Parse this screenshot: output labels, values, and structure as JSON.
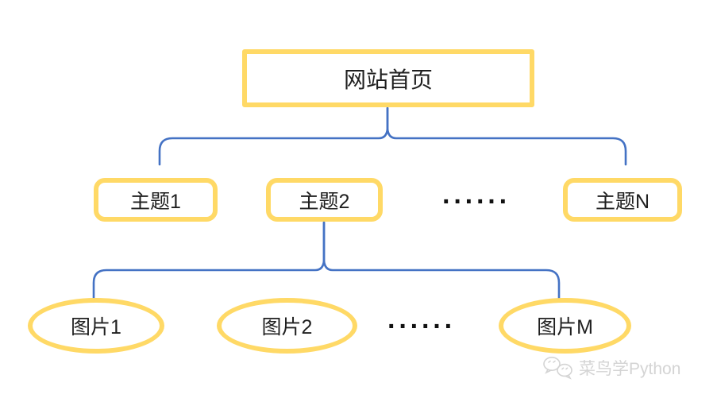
{
  "diagram": {
    "title_context": "website image hierarchy",
    "root": {
      "label": "网站首页"
    },
    "level2": {
      "items": [
        {
          "label": "主题1"
        },
        {
          "label": "主题2"
        },
        {
          "label": "主题N"
        }
      ],
      "ellipsis": "······"
    },
    "level3": {
      "items": [
        {
          "label": "图片1"
        },
        {
          "label": "图片2"
        },
        {
          "label": "图片M"
        }
      ],
      "ellipsis": "······"
    },
    "colors": {
      "node_border": "#FFD966",
      "connector": "#4472C4",
      "text": "#1f1f1f"
    }
  },
  "watermark": {
    "label": "菜鸟学Python",
    "icon": "wechat-icon",
    "color": "#d4d4d4"
  }
}
